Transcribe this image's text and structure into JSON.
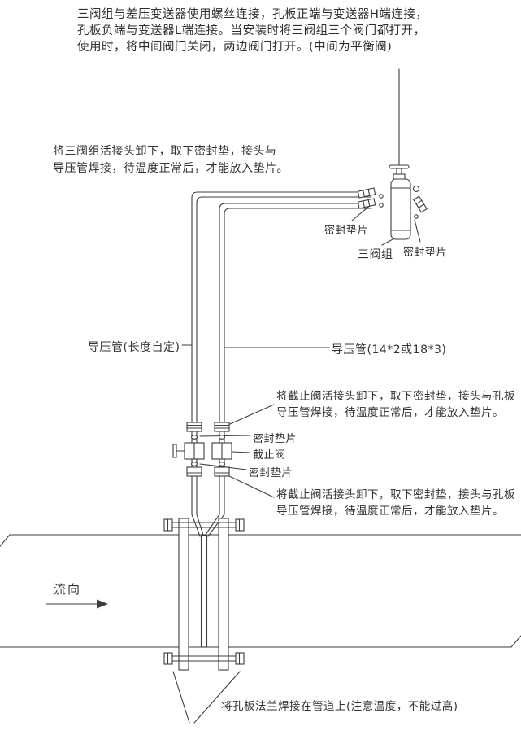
{
  "colors": {
    "line": "#3d3d3d",
    "text": "#333333",
    "background": "#ffffff"
  },
  "notes": {
    "top": {
      "lines": [
        "三阀组与差压变送器使用螺丝连接，孔板正端与变送器H端连接，",
        "孔板负端与变送器L端连接。当安装时将三阀组三个阀门都打开，",
        "使用时，将中间阀门关闭，两边阀门打开。(中间为平衡阀)"
      ]
    },
    "manifold": {
      "lines": [
        "将三阀组活接头卸下，取下密封垫，接头与",
        "导压管焊接，待温度正常后，才能放入垫片。"
      ]
    },
    "stop_valve_upper": {
      "lines": [
        "将截止阀活接头卸下，取下密封垫，接头与孔板",
        "导压管焊接，待温度正常后，才能放入垫片。"
      ]
    },
    "stop_valve_lower": {
      "lines": [
        "将截止阀活接头卸下，取下密封垫，接头与孔板",
        "导压管焊接，待温度正常后，才能放入垫片。"
      ]
    },
    "bottom": "将孔板法兰焊接在管道上(注意温度，不能过高)"
  },
  "labels": {
    "seal_gasket_manifold_left": "密封垫片",
    "three_valve_manifold": "三阀组",
    "seal_gasket_manifold_right": "密封垫片",
    "impulse_pipe_left": "导压管(长度自定)",
    "impulse_pipe_right": "导压管(14*2或18*3)",
    "seal_gasket_valve_upper": "密封垫片",
    "stop_valve": "截止阀",
    "seal_gasket_valve_lower": "密封垫片",
    "flow_direction": "流向"
  }
}
